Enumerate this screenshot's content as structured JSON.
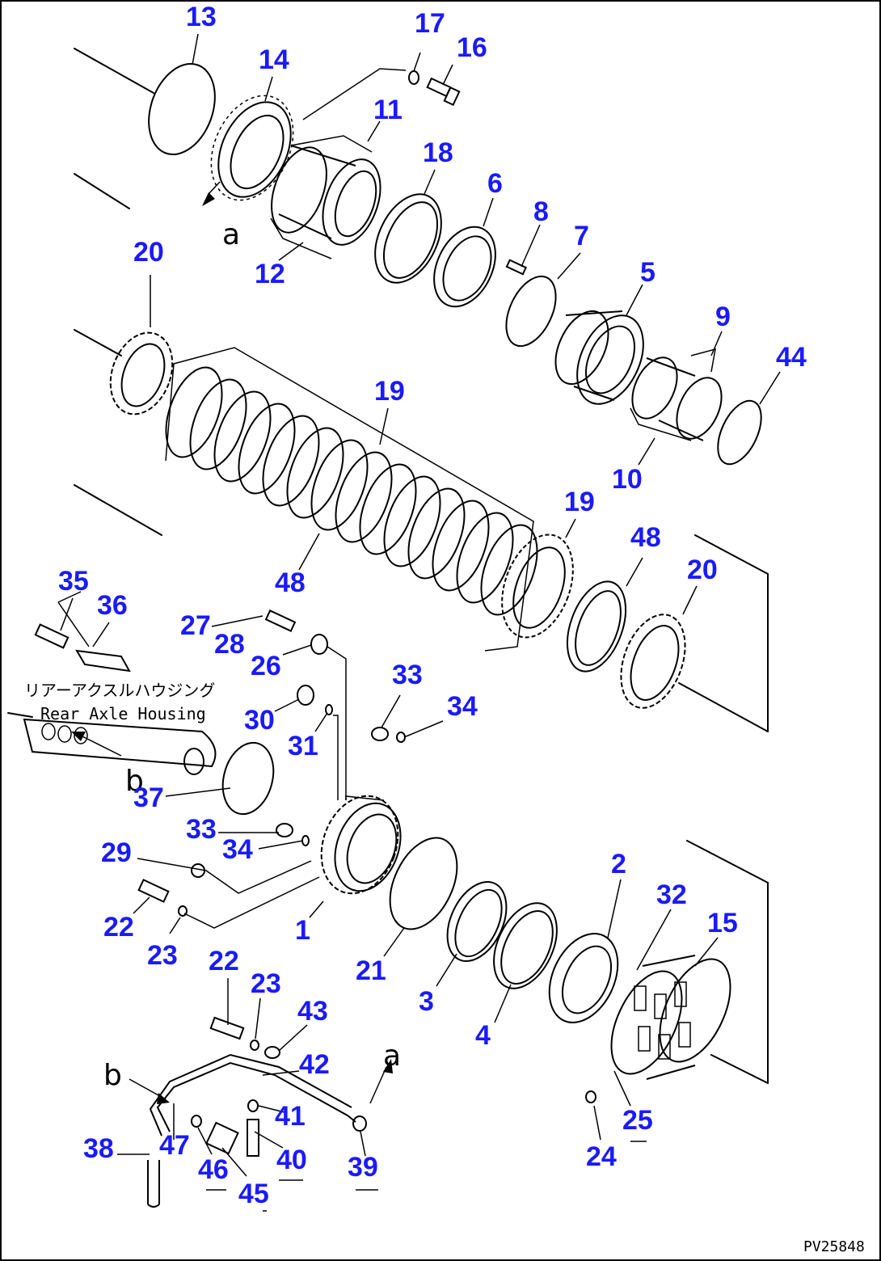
{
  "diagram": {
    "housing_label_jp": "リアーアクスルハウジング",
    "housing_label_en": "Rear Axle Housing",
    "view_letter_a": "a",
    "view_letter_b": "b",
    "figure_code": "PV25848"
  },
  "parts": [
    {
      "id": "p13",
      "label": "13"
    },
    {
      "id": "p14",
      "label": "14"
    },
    {
      "id": "p17",
      "label": "17"
    },
    {
      "id": "p16",
      "label": "16"
    },
    {
      "id": "p11",
      "label": "11"
    },
    {
      "id": "p18",
      "label": "18"
    },
    {
      "id": "p6",
      "label": "6"
    },
    {
      "id": "p8",
      "label": "8"
    },
    {
      "id": "p7",
      "label": "7"
    },
    {
      "id": "p12",
      "label": "12"
    },
    {
      "id": "p5",
      "label": "5"
    },
    {
      "id": "p9",
      "label": "9"
    },
    {
      "id": "p44",
      "label": "44"
    },
    {
      "id": "p20a",
      "label": "20"
    },
    {
      "id": "p19a",
      "label": "19"
    },
    {
      "id": "p10",
      "label": "10"
    },
    {
      "id": "p19b",
      "label": "19"
    },
    {
      "id": "p48a",
      "label": "48"
    },
    {
      "id": "p20b",
      "label": "20"
    },
    {
      "id": "p48b",
      "label": "48"
    },
    {
      "id": "p35",
      "label": "35"
    },
    {
      "id": "p36",
      "label": "36"
    },
    {
      "id": "p27",
      "label": "27"
    },
    {
      "id": "p28",
      "label": "28"
    },
    {
      "id": "p26",
      "label": "26"
    },
    {
      "id": "p33a",
      "label": "33"
    },
    {
      "id": "p34a",
      "label": "34"
    },
    {
      "id": "p30",
      "label": "30"
    },
    {
      "id": "p31",
      "label": "31"
    },
    {
      "id": "p37",
      "label": "37"
    },
    {
      "id": "p33b",
      "label": "33"
    },
    {
      "id": "p34b",
      "label": "34"
    },
    {
      "id": "p29",
      "label": "29"
    },
    {
      "id": "p2",
      "label": "2"
    },
    {
      "id": "p32",
      "label": "32"
    },
    {
      "id": "p15",
      "label": "15"
    },
    {
      "id": "p22a",
      "label": "22"
    },
    {
      "id": "p1",
      "label": "1"
    },
    {
      "id": "p23a",
      "label": "23"
    },
    {
      "id": "p21",
      "label": "21"
    },
    {
      "id": "p3",
      "label": "3"
    },
    {
      "id": "p22b",
      "label": "22"
    },
    {
      "id": "p23b",
      "label": "23"
    },
    {
      "id": "p43",
      "label": "43"
    },
    {
      "id": "p4",
      "label": "4"
    },
    {
      "id": "p42",
      "label": "42"
    },
    {
      "id": "p41",
      "label": "41"
    },
    {
      "id": "p25",
      "label": "25"
    },
    {
      "id": "p38",
      "label": "38"
    },
    {
      "id": "p47",
      "label": "47"
    },
    {
      "id": "p40",
      "label": "40"
    },
    {
      "id": "p24",
      "label": "24"
    },
    {
      "id": "p46",
      "label": "46"
    },
    {
      "id": "p39",
      "label": "39"
    },
    {
      "id": "p45",
      "label": "45"
    }
  ]
}
